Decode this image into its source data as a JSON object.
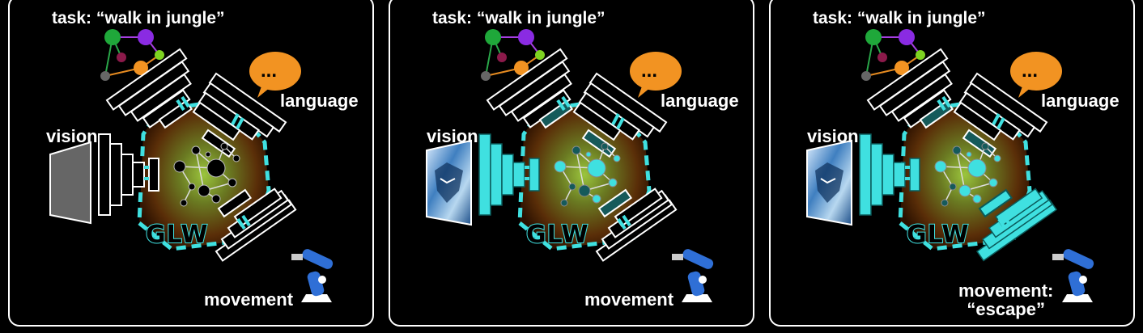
{
  "panels": [
    {
      "task": "task: “walk in jungle”",
      "vision": "vision",
      "language": "language",
      "movement": "movement",
      "movement_sub": "",
      "glw": "GLW",
      "bubble": "..."
    },
    {
      "task": "task: “walk in jungle”",
      "vision": "vision",
      "language": "language",
      "movement": "movement",
      "movement_sub": "",
      "glw": "GLW",
      "bubble": "..."
    },
    {
      "task": "task: “walk in jungle”",
      "vision": "vision",
      "language": "language",
      "movement": "movement:",
      "movement_sub": "“escape”",
      "glw": "GLW",
      "bubble": "..."
    }
  ],
  "colors": {
    "cyan": "#3fe0e0",
    "dark_teal": "#155a5a",
    "glow_center": "#8fb43a",
    "glow_edge": "#4a2a05",
    "bubble": "#f29322",
    "robot": "#2f6fd6"
  }
}
